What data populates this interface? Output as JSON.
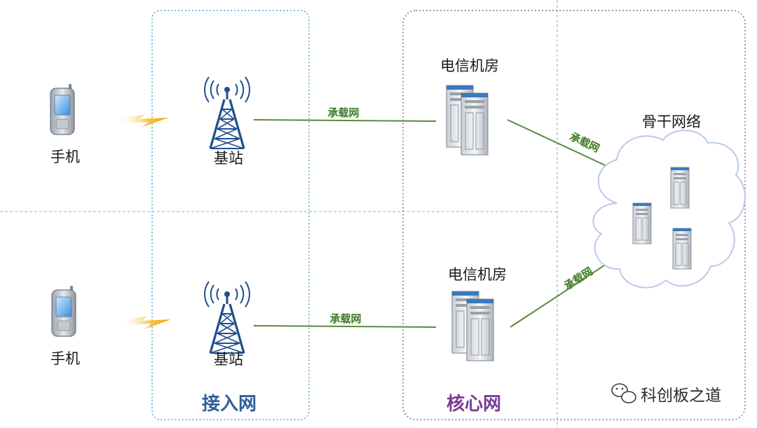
{
  "nodes": {
    "phone_top": "手机",
    "phone_bottom": "手机",
    "tower_top": "基站",
    "tower_bottom": "基站",
    "room_top": "电信机房",
    "room_bottom": "电信机房",
    "backbone": "骨干网络"
  },
  "links": {
    "tower_room_top": "承载网",
    "tower_room_bottom": "承载网",
    "room_cloud_top": "承载网",
    "room_cloud_bottom": "承载网"
  },
  "zones": {
    "access": "接入网",
    "core": "核心网"
  },
  "watermark": "科创板之道",
  "colors": {
    "access_border": "#4aa8d8",
    "core_border": "#8b6b9c",
    "link": "#5b8a3c",
    "tower": "#1f4f8f",
    "access_label": "#2f5e97",
    "core_label": "#7a3b93"
  },
  "icons": [
    "phone-icon",
    "cell-tower-icon",
    "server-rack-icon",
    "cloud-icon",
    "wechat-icon",
    "lightning-icon"
  ]
}
